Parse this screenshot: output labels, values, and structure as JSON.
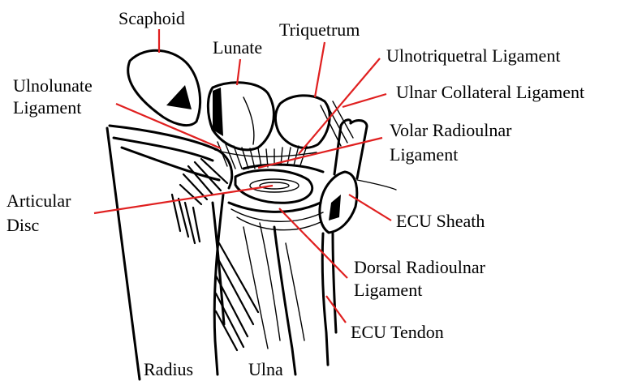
{
  "labels": {
    "scaphoid": "Scaphoid",
    "lunate": "Lunate",
    "triquetrum": "Triquetrum",
    "ulnotriquetral_1": "Ulnotriquetral Ligament",
    "ulnar_collateral": "Ulnar Collateral Ligament",
    "ulnolunate_1": "Ulnolunate",
    "ulnolunate_2": "Ligament",
    "volar_radioulnar_1": "Volar Radioulnar",
    "volar_radioulnar_2": "Ligament",
    "articular_disc_1": "Articular",
    "articular_disc_2": "Disc",
    "ecu_sheath": "ECU Sheath",
    "dorsal_radioulnar_1": "Dorsal Radioulnar",
    "dorsal_radioulnar_2": "Ligament",
    "ecu_tendon": "ECU Tendon",
    "radius": "Radius",
    "ulna": "Ulna"
  },
  "colors": {
    "leader": "#e02020",
    "ink": "#000000",
    "background": "#ffffff"
  }
}
